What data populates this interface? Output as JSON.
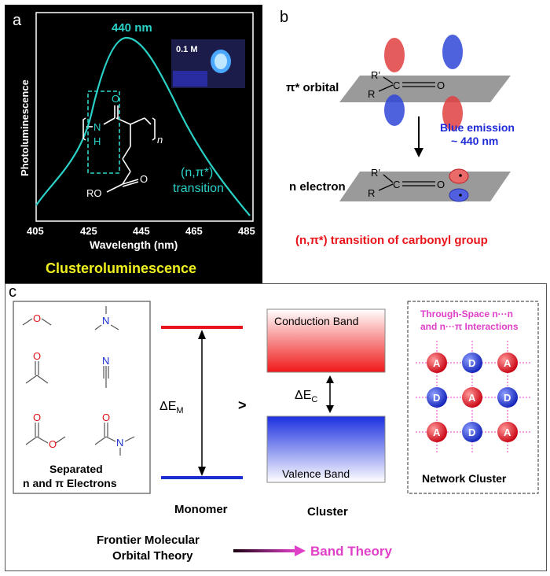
{
  "panel_a": {
    "label": "a",
    "peak_label": "440 nm",
    "ylabel": "Photoluminescence",
    "xlabel": "Wavelength (nm)",
    "xticks": [
      "405",
      "425",
      "445",
      "465",
      "485"
    ],
    "inset_label": "0.1 M",
    "polymer_n": "n",
    "polymer_N": "N",
    "polymer_H": "H",
    "polymer_O": "O",
    "polymer_RO": "RO",
    "polymer_O2": "O",
    "transition_line1": "(n,π*)",
    "transition_line2": "transition",
    "caption": "Clusteroluminescence",
    "colors": {
      "curve": "#2ad1c7",
      "caption": "#f0f020",
      "background": "#000000"
    }
  },
  "panel_b": {
    "label": "b",
    "pi_orbital_label": "π* orbital",
    "n_electron_label": "n electron",
    "emission_line1": "Blue emission",
    "emission_line2": "~ 440 nm",
    "carbonyl_Rp": "R′",
    "carbonyl_R": "R",
    "carbonyl_C": "C",
    "carbonyl_O": "O",
    "caption": "(n,π*) transition of carbonyl group",
    "colors": {
      "caption": "#e8141a",
      "emission": "#1f2bd8"
    }
  },
  "panel_c": {
    "label": "c",
    "separated_line1": "Separated",
    "separated_line2": "n and π Electrons",
    "delta_em": "ΔE",
    "delta_em_sub": "M",
    "greater": ">",
    "delta_ec": "ΔE",
    "delta_ec_sub": "C",
    "conduction_band": "Conduction Band",
    "valence_band": "Valence Band",
    "monomer": "Monomer",
    "cluster": "Cluster",
    "through_space_line1": "Through-Space n···n",
    "through_space_line2": "and n···π Interactions",
    "network_cluster": "Network Cluster",
    "grid": [
      [
        "A",
        "D",
        "A"
      ],
      [
        "D",
        "A",
        "D"
      ],
      [
        "A",
        "D",
        "A"
      ]
    ],
    "fmo_line1": "Frontier Molecular",
    "fmo_line2": "Orbital Theory",
    "band_theory": "Band Theory",
    "mol_O": "O",
    "mol_N": "N",
    "colors": {
      "acceptor": "#e0141a",
      "donor": "#1a2fd0",
      "magenta": "#e040c8"
    }
  }
}
